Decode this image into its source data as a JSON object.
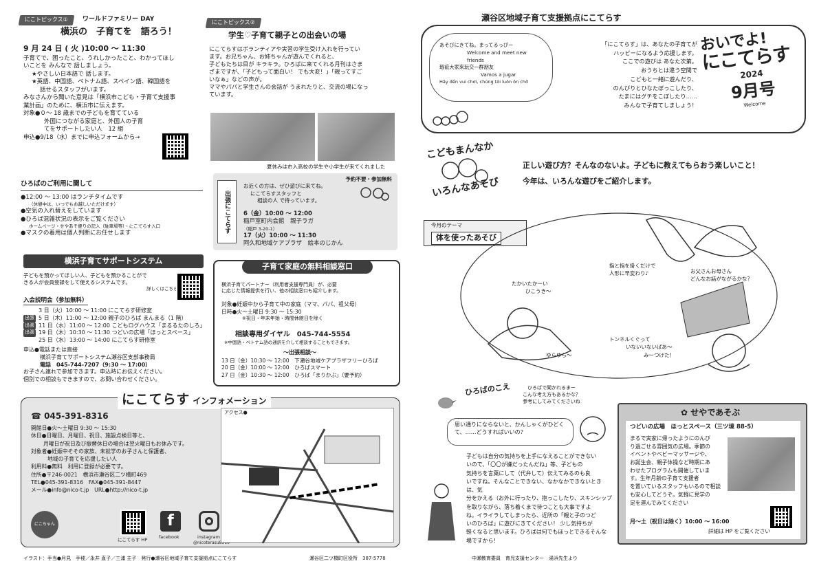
{
  "topic1": {
    "tag": "にこトピックス①",
    "kicker": "ワールドファミリー DAY",
    "title": "横浜の　子育てを　語ろう！",
    "date": "9 月 24 日 ( 火 )10:00 ～ 11:30",
    "body": [
      "子育てで、困ったこと、うれしかったこと、わかってほし",
      "いことを みんなで 話しましょう。",
      "★やさしい日本語で 話します。",
      "★英語、中国語、ベトナム語、スペイン語、韓国語を",
      "話せるスタッフがいます。",
      "みなさんから聞いた意見は「横浜市こども・子育て支援事",
      "業計画」のために、横浜市に伝えます。",
      "対象●０～ 18 歳までの子どもを育てている",
      "外国につながる家庭と、外国人の子育",
      "てをサポートしたい人　12 組",
      "申込●9/18（水）までに申込フォームから→"
    ]
  },
  "topic2": {
    "tag": "にこトピックス②",
    "title": "学生♡子育て親子との出会いの場",
    "body": [
      "にこてらすはボランティアや実習の学生受け入れを行ってい",
      "ます。お兄ちゃん、お姉ちゃんが遊んでくれると、",
      "子どもたちは目が キラキラ。ひろばに来てくれる月刊はさま",
      "ざまですが、「子どもって面白い！ でも大変！」「親ってすご",
      "いなぁ」などの声が。",
      "ママやパパと学生さんの会話が うまれたりと、交流の場になっ",
      "ています。"
    ],
    "caption": "夏休みは市入高校の学生や小学生が来てくれました"
  },
  "outreach": {
    "side": "出張にこてらす",
    "heading": "予約不要・参加無料",
    "intro": [
      "お近くの方は、ぜひ遊びに来てね。",
      "にこてらすスタッフと",
      "相談の人 で待っています。"
    ],
    "items": [
      "6（金）10:00 ～ 12:00",
      "稲戸室町内会館　親子ラガ",
      "（稲戸 3-20-1）",
      "17（火）10:00 ～ 11:30",
      "阿久和地域ケアプラザ　絵本のじかん"
    ]
  },
  "hiroba": {
    "title": "ひろばのご利用に関して",
    "items": [
      "●12:00 ～ 13:00 はランチタイムです",
      "（休憩中は、いつでもお越しいただけます）",
      "●空気の入れ替えをしています",
      "●ひろば混雑状況の表示をご覧ください",
      "ホームページ・せやあそ便りの記入（駐車場等）・にこてらす入口",
      "●マスクの着用は個人判断にお任せします"
    ]
  },
  "support": {
    "title": "横浜子育てサポートシステム",
    "intro": [
      "子どもを預かってほしい人、子どもを預かることがで",
      "きる人が会員登録をして使えるシステムです。",
      "詳しくはこちら→"
    ],
    "sub": "入会説明会（参加無料）",
    "rows": [
      [
        "",
        "3 日（火）10:00 ～ 11:00 にこてらす研修室"
      ],
      [
        "出張",
        "5 日（木）11:00 ～ 12:00 親子のひろば まんまる（1 階）"
      ],
      [
        "出張",
        "11 日（水）11:00 ～ 12:00 こどもログハウス「まるるたのしろ」"
      ],
      [
        "出張",
        "19 日（木）10:30 ～ 11:30 つどいの広場「ほっとスペース」"
      ],
      [
        "",
        "25 日（水）13:00 ～ 14:00 にこてらす研修室"
      ]
    ],
    "foot": [
      "申込●電話または直接",
      "横浜子育てサポートシステム瀬谷区支部事務局",
      "電話　045-744-7207（9:30 ～ 17:00）",
      "お子さん連れで参加できます。申込時にお伝えください。",
      "個別での相談もできますので、お問い合わせください。"
    ]
  },
  "consult": {
    "title": "子育て家庭の無料相談窓口",
    "desc": [
      "横浜子育てパートナー（利用者支援専門員）が、必要",
      "に応じた情報提供を行い、他の相談窓口も紹介します。"
    ],
    "time": [
      "対象●妊娠中から子育て中の家庭（ママ、パパ、祖父母）",
      "日時●火～土曜日 9:30 ～ 15:30",
      "※祝日・年末年始・時間休館日を除く"
    ],
    "dial_label": "相談専用ダイヤル",
    "dial": "045-744-5554",
    "note": "※中国語・ベトナム語の通訳を介して相談することもできます。",
    "out": "～出張相談～",
    "out_rows": [
      "13 日（金）10:30 ～ 12:00　下瀬谷地域ケアプラザフリーひろば",
      "20 日（金）10:00 ～ 12:00　ひろばスマート",
      "27 日（金）10:30 ～ 12:00　ひろば「まりかぶ」（要予約）"
    ]
  },
  "info": {
    "title_logo": "にこてらす",
    "title": "インフォメーション",
    "phone": "045-391-8316",
    "lines": [
      "開館日●火～土曜日 9:30 ～ 15:30",
      "休日●日曜日、月曜日、祝日、施設点検日等と、",
      "月曜日が祝日及び振替休日の場合は翌火曜日もお休みです。",
      "対象者●妊娠中そその家族、未就学のお子さんと保護者、",
      "地域の子育てを応援したい人",
      "利用料●無料　利用に登録が必要です。",
      "住所●〒246-0021　横浜市瀬谷区二ツ橋町469",
      "TEL●045-391-8316　FAX●045-391-8447",
      "メール●info@nico-t.jp　URL●http://nico-t.jp"
    ],
    "hp": "にこてらす HP",
    "fb": "facebook",
    "ig": "instagram",
    "ig_id": "@nicoterasu8316",
    "char_text": "にこちゃん",
    "access": "アクセス●"
  },
  "credit": "イラスト：手当●月見　手毬／永井 直子／三浦 主子　発行●瀬谷区地域子育て支援拠点にこてらす",
  "credit2": "瀬谷区二ツ橋町区役所　387-5778",
  "masthead": {
    "org": "瀬谷区地域子育て支援拠点にこてらす",
    "title1": "おいでよ!",
    "title2": "にこてらす",
    "year": "2024",
    "issue": "9月号",
    "welcome": "Welcome",
    "greet": [
      "あそびにきてね。まってるっぴー",
      "Welcome and meet new friends",
      "瑕疵大家來玩交一群朋友",
      "Vamos a jugar",
      "Hãy đến vui chơi, chúng tôi luôn ôn chờ"
    ],
    "intro": [
      "「にこてらす」は、あなたの子育てが",
      "ハッピーになるよう応援します。",
      "ここでの遊びは あなた次第。",
      "おうちとは違う空間で",
      "こどもと一緒に遊んだり、",
      "のんびりとひなたぼっこしたり、",
      "たまにはグチをこぼしたり……",
      "みんなで子育てしましょう！"
    ]
  },
  "kodomo": {
    "t1": "こどもまんなか",
    "t2": "いろんなあそび",
    "lead": [
      "正しい遊び方？そんなのないよ。子どもに教えてもらおう楽しいこと！",
      "今年は、いろんな遊びをご紹介します。"
    ],
    "theme_label": "今月のテーマ",
    "theme": "体を使ったあそび",
    "b1": [
      "たかいたかーい",
      "ひこうき～"
    ],
    "b2": [
      "ゆらゆら～"
    ],
    "b3": [
      "指と指を掛くだけで",
      "人形に早変わり♪"
    ],
    "b4": [
      "お父さんお母さん",
      "どんなお話がながるかな？"
    ],
    "b5": [
      "トンネルくぐって",
      "いないいないばあ～",
      "みーつけた！"
    ]
  },
  "voice": {
    "title": "ひろばのこえ",
    "bubble": [
      "ひろばで聞かれるまー",
      "こんな考え方もあるかな？",
      "参考にしてみてくださいね"
    ],
    "q": [
      "思い通りにならないと、かんしゃくがひどくて、……どうすればいいの？"
    ],
    "body": [
      "子どもは自分の気持ちを上手になえることができない",
      "いので、「〇〇が嫌だったんだね」等、子どもの",
      "気持ちを言葉にして（代弁して）伝えてみるのも良",
      "いですね。そんなことできない、なかなかできないときは、気",
      "分をかえる（お外に行ったり、抱っこしたり、スキンシップ",
      "を取りながら、落ち着くまで待つことも大事ですよ",
      "ね。イライラしてしまったら、近所の「親と子のつど",
      "いのひろば」に遊びにきてください！ 少し気持ちが",
      "軽くなると思います。ひろばは何でもほっとできるそんな",
      "場ですから！"
    ],
    "sign": "中瀬教育委員　育児支援センター　湯浜先生より"
  },
  "seya": {
    "title": "せやであそぶ",
    "place": "つどいの広場　ほっとスペース（三ツ境 88-5）",
    "body": [
      "まるで実家に帰ったようにのんび",
      "り過ごせる雰囲気の広場。季節の",
      "イベントやベビーマッサージや、",
      "お誕生会、親子体操など時期にあ",
      "わせたプログラムも開催していま",
      "す。生年月齢の子育て支援者",
      "を置いているスタッフもいるので相談",
      "も安心してどうぞ。気軽に見学の",
      "足を運んでみてください"
    ],
    "hours": "月～土（祝日は除く）10:00 ～ 16:00",
    "more": "詳細は HP をご覧ください"
  }
}
